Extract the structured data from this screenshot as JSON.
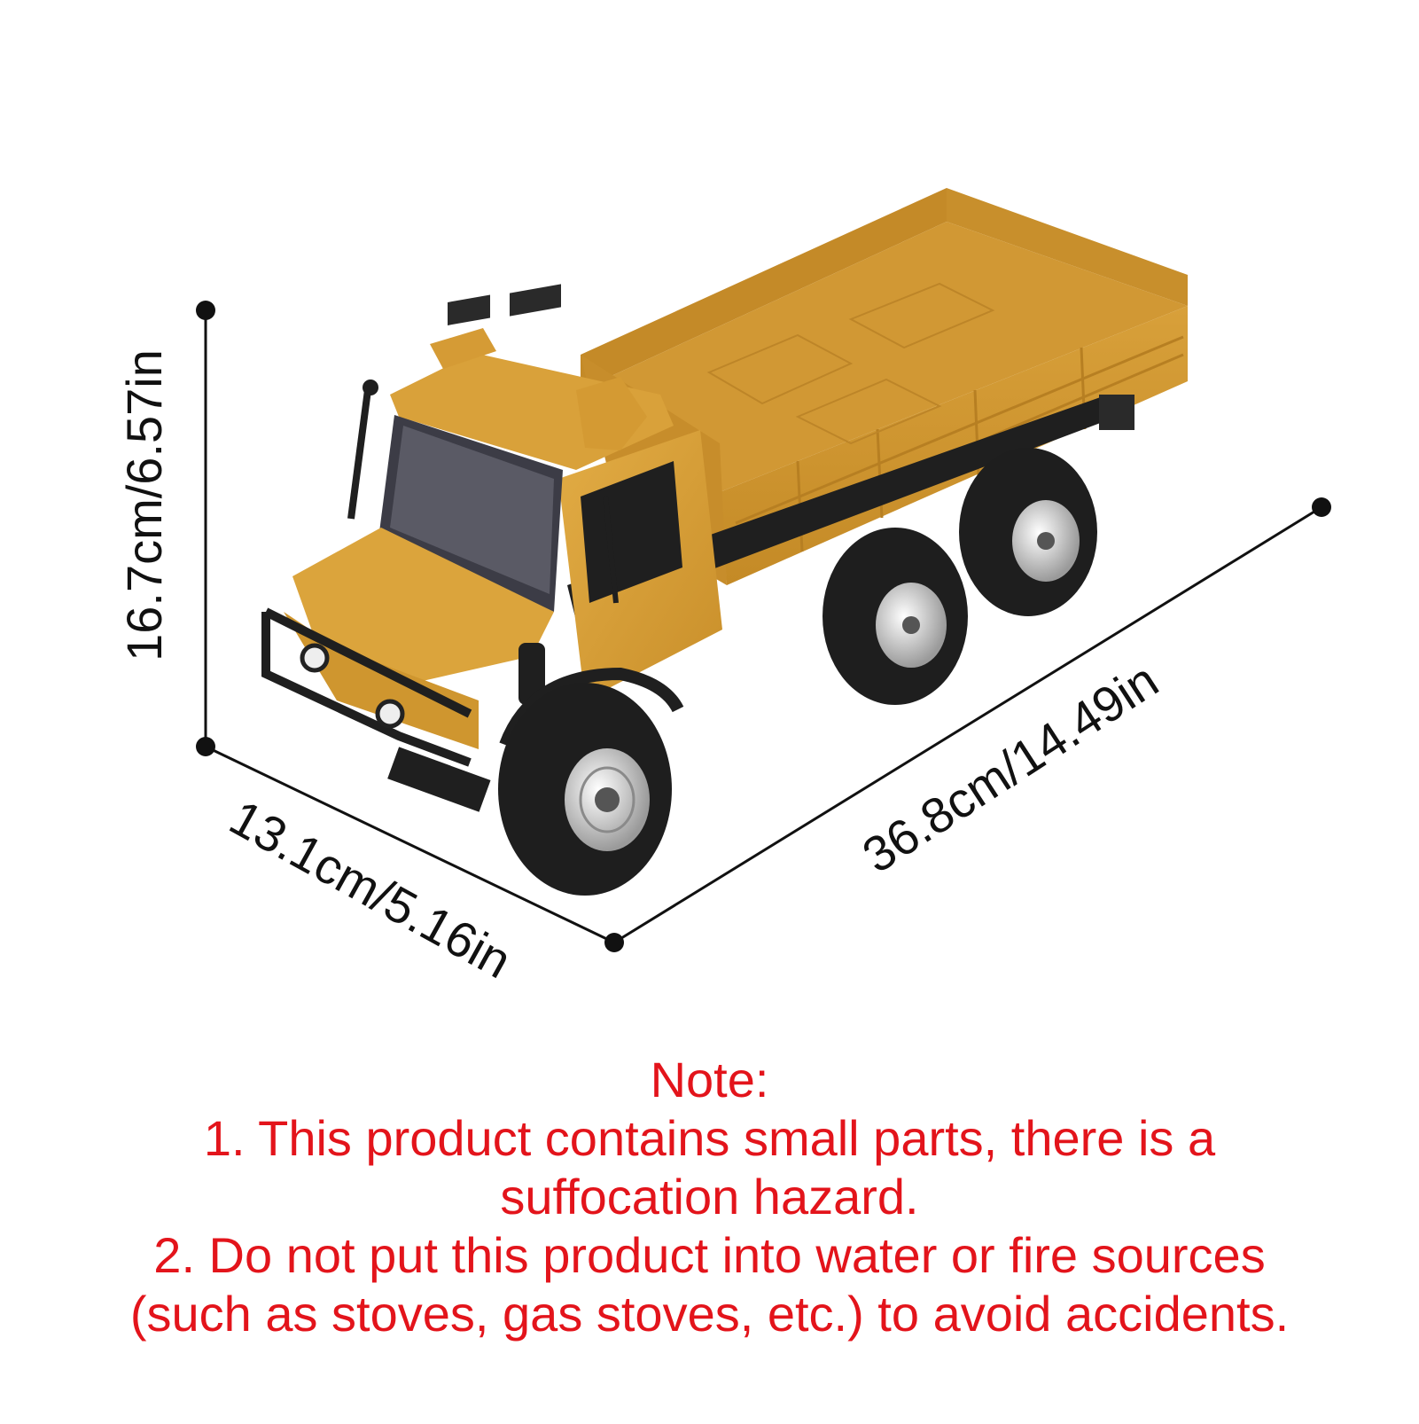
{
  "dimensions": {
    "height": "16.7cm/6.57in",
    "width": "13.1cm/5.16in",
    "length": "36.8cm/14.49in"
  },
  "note": {
    "heading": "Note:",
    "line1": "1. This product contains small parts, there is a",
    "line2": "suffocation hazard.",
    "line3": "2. Do not put this product into water or fire sources",
    "line4": "(such as stoves, gas stoves, etc.) to avoid accidents."
  },
  "colors": {
    "truck_body": "#d9a035",
    "tires": "#1e1e1e",
    "note_text": "#e3141b",
    "dimension_lines": "#111111"
  }
}
